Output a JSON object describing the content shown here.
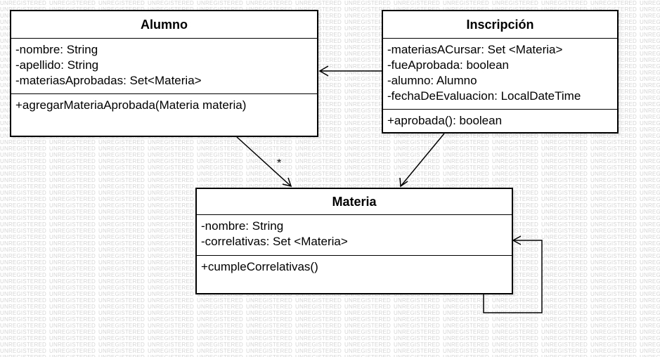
{
  "watermark": "UNREGISTERED",
  "classes": {
    "alumno": {
      "name": "Alumno",
      "attributes": [
        "-nombre: String",
        "-apellido: String",
        "-materiasAprobadas: Set<Materia>"
      ],
      "operations": [
        "+agregarMateriaAprobada(Materia materia)"
      ]
    },
    "inscripcion": {
      "name": "Inscripción",
      "attributes": [
        "-materiasACursar: Set <Materia>",
        "-fueAprobada: boolean",
        "-alumno: Alumno",
        "-fechaDeEvaluacion: LocalDateTime"
      ],
      "operations": [
        "+aprobada(): boolean"
      ]
    },
    "materia": {
      "name": "Materia",
      "attributes": [
        "-nombre: String",
        "-correlativas: Set <Materia>"
      ],
      "operations": [
        "+cumpleCorrelativas()"
      ]
    }
  },
  "associations": {
    "alumno_materia_multiplicity": "*"
  },
  "colors": {
    "line": "#000000",
    "watermark": "#d6d6d6",
    "background": "#ffffff"
  }
}
